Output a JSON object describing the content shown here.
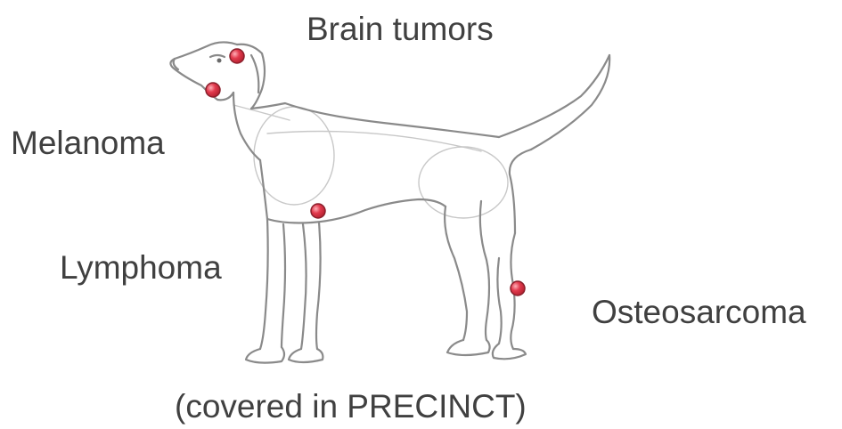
{
  "labels": {
    "brain": "Brain tumors",
    "melanoma": "Melanoma",
    "lymphoma": "Lymphoma",
    "osteosarcoma": "Osteosarcoma",
    "caption": "(covered in PRECINCT)"
  },
  "colors": {
    "text": "#404040",
    "marker_fill": "#e23a4d",
    "marker_highlight": "#ff9aa3",
    "sketch_line": "#8a8a8a"
  },
  "markers": [
    "brain-tumor-site",
    "melanoma-site",
    "lymphoma-site",
    "osteosarcoma-site"
  ]
}
